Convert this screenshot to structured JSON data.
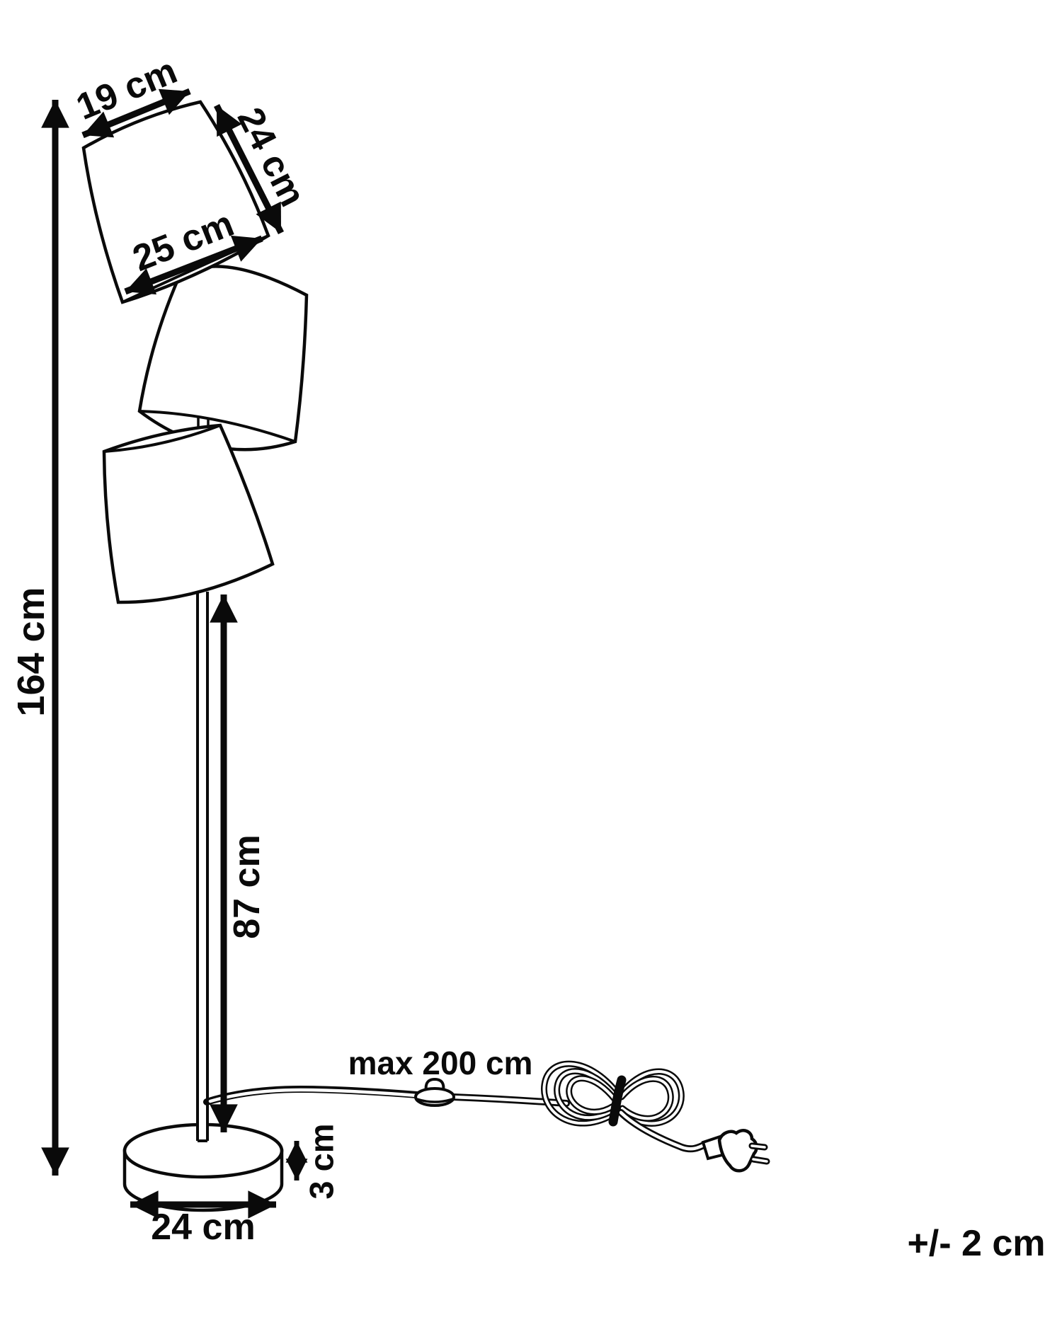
{
  "diagram": {
    "type": "product-dimension-drawing",
    "subject": "floor lamp with three tilted shades, round base, foot switch and coiled power cord with plug",
    "background": "#ffffff",
    "line_color": "#0a0a0a",
    "labels": {
      "shade_top_width": "19 cm",
      "shade_slant_height": "24 cm",
      "shade_bottom_width": "25 cm",
      "total_height": "164 cm",
      "pole_height": "87 cm",
      "cord_length": "max 200 cm",
      "base_thickness": "3 cm",
      "base_diameter": "24 cm",
      "tolerance_note": "+/- 2 cm"
    }
  }
}
